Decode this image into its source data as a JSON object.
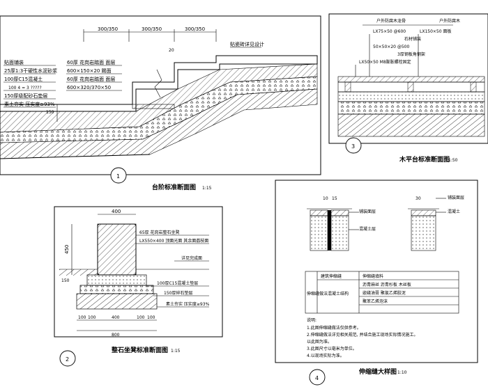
{
  "detail1": {
    "title": "台阶标准断面图",
    "scale": "1:15",
    "number": "1",
    "dims_top": [
      "300/350",
      "300/350",
      "300/350"
    ],
    "dim_side": "150",
    "dim_step": "20",
    "label_pave": "贴瓷砖详见设计",
    "left_layers": [
      "贴面铺装",
      "25厚1:3干硬性水泥砂浆",
      "100厚C15混凝土",
      "100 4 = 3 ?????",
      "150厚级配砂石垫层",
      "素土夯实 压实度≥93%"
    ],
    "right_layers": [
      "60厚 花岗岩踏面 面层",
      "600×150×20 踢面",
      "60厚 花岗岩踏面 面层",
      "600×320/370×50"
    ]
  },
  "detail2": {
    "title": "整石坐凳标准断面图",
    "scale": "1:15",
    "number": "2",
    "dim_width": "400",
    "dim_height": "450",
    "dim_left": "150",
    "labels": [
      "65厚 花岗岩整石坐凳",
      "LX550×400 顶面光面 其余面荔枝面",
      "详见完成面",
      "100厚C15混凝土垫层",
      "150厚碎石垫层",
      "素土夯实 压实度≥93%"
    ],
    "dims_bottom": [
      "100",
      "100",
      "400",
      "100",
      "100"
    ],
    "dim_total": "800"
  },
  "detail3": {
    "title": "木平台标准断面图",
    "scale": "1:50",
    "number": "3",
    "header_left": "户外防腐木龙骨",
    "header_right": "户外防腐木",
    "labels": [
      "LX75×50 @600",
      "LX150×50 面板",
      "石材铺装",
      "50×50×20 @500",
      "3厚钢板角钢架",
      "LX50×50 M8膨胀螺栓固定"
    ]
  },
  "detail4": {
    "title": "伸缩缝大样图",
    "scale": "1:10",
    "number": "4",
    "dim_a": "10",
    "dim_b": "15",
    "dim_c": "30",
    "label_a": "铺装面层",
    "label_b": "混凝土层",
    "label_c": "铺装面层",
    "label_d": "混凝土",
    "table_head": "伸缩缝做法",
    "table_rows": [
      "建筑伸缩缝",
      "混凝土结构",
      "伸缩缝填料",
      "沥青麻丝 沥青杉板 木丝板",
      "嵌缝油膏 聚氯乙烯胶泥",
      "聚苯乙烯泡沫"
    ],
    "notes_title": "说明:",
    "notes": [
      "1.此图伸缩缝做法仅供参考。",
      "2.伸缩缝做法详见相关规范, 并结合施工现场实际情况施工。",
      "  以此图为准。",
      "3.此图尺寸以毫米为单位。",
      "4.以现场实际为准。"
    ]
  }
}
